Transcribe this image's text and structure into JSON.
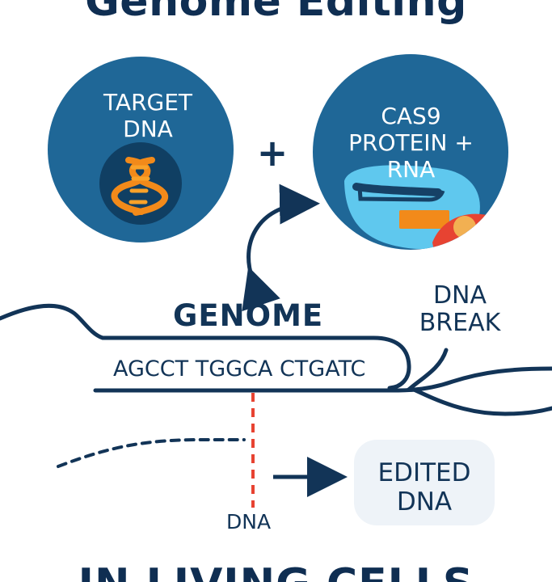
{
  "title": "Genome Editing",
  "circles": {
    "target": {
      "label": "TARGET DNA",
      "icon": "dna-helix-icon"
    },
    "cas9": {
      "label": "CAS9 PROTEIN + RNA",
      "icon": "cas9-complex-icon"
    }
  },
  "operator": "+",
  "genome": {
    "label": "GENOME",
    "sequence": "AGCCT TGGCA CTGATC"
  },
  "dna_break": {
    "label": "DNA BREAK"
  },
  "edited": {
    "label": "EDITED DNA"
  },
  "dna_label": "DNA",
  "bottom_title": "IN LIVING CELLS",
  "colors": {
    "navy": "#123457",
    "blue": "#1f6797",
    "dark_blue": "#103f63",
    "orange": "#f28a1a",
    "red": "#e74332",
    "light_blue": "#5fc8ee",
    "soft_gray": "#eef3f8"
  }
}
